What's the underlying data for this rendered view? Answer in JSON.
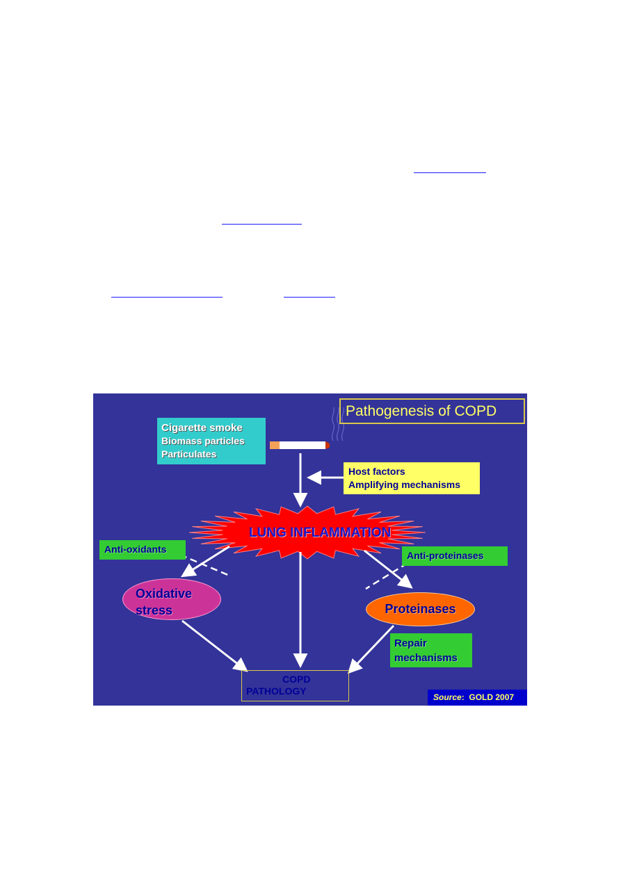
{
  "diagram": {
    "title": "Pathogenesis of COPD",
    "smoke_sources": [
      "Cigarette smoke",
      "Biomass particles",
      "Particulates"
    ],
    "host_factors": [
      "Host factors",
      "Amplifying mechanisms"
    ],
    "inflammation": "LUNG INFLAMMATION",
    "anti_oxidants": "Anti-oxidants",
    "anti_proteinases": "Anti-proteinases",
    "oxidative_stress": [
      "Oxidative",
      "stress"
    ],
    "proteinases": "Proteinases",
    "repair": [
      "Repair",
      "mechanisms"
    ],
    "pathology": [
      "COPD",
      "PATHOLOGY"
    ],
    "source_label": "Source",
    "source_value": "GOLD 2007"
  },
  "colors": {
    "slide_background": "#333399",
    "title_text": "#ffff66",
    "smoke_box": "#33cccc",
    "host_box": "#ffff66",
    "green_boxes": "#33cc33",
    "oxidative_fill": "#cc3399",
    "proteinases_fill": "#ff6600",
    "starburst": "#ff0000",
    "link_color": "#1a1aff"
  },
  "icons": [
    "cigarette-icon",
    "smoke-wisp-icon"
  ]
}
